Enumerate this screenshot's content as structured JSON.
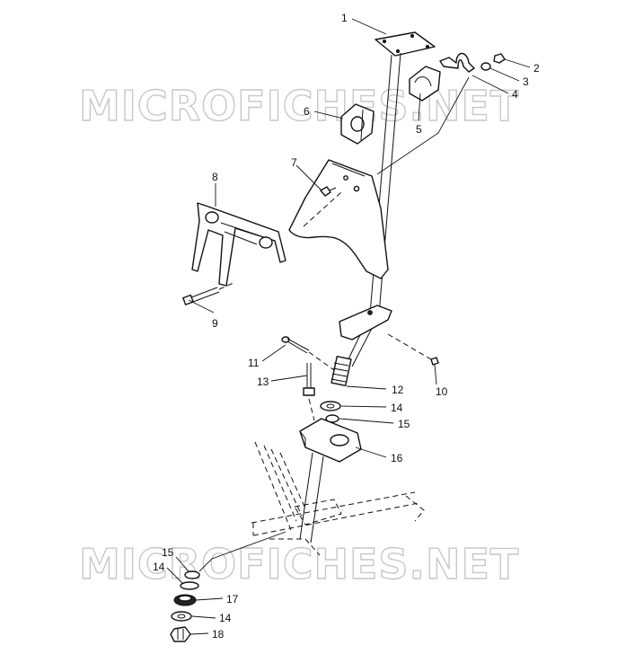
{
  "watermark": {
    "top": "MICROFICHES.NET",
    "bottom": "MICROFICHES.NET"
  },
  "callouts": [
    {
      "id": "c1",
      "text": "1"
    },
    {
      "id": "c2",
      "text": "2"
    },
    {
      "id": "c3",
      "text": "3"
    },
    {
      "id": "c4",
      "text": "4"
    },
    {
      "id": "c5",
      "text": "5"
    },
    {
      "id": "c6",
      "text": "6"
    },
    {
      "id": "c7",
      "text": "7"
    },
    {
      "id": "c8",
      "text": "8"
    },
    {
      "id": "c9",
      "text": "9"
    },
    {
      "id": "c10",
      "text": "10"
    },
    {
      "id": "c11",
      "text": "11"
    },
    {
      "id": "c12",
      "text": "12"
    },
    {
      "id": "c13",
      "text": "13"
    },
    {
      "id": "c14a",
      "text": "14"
    },
    {
      "id": "c15a",
      "text": "15"
    },
    {
      "id": "c16",
      "text": "16"
    },
    {
      "id": "c15b",
      "text": "15"
    },
    {
      "id": "c14b",
      "text": "14"
    },
    {
      "id": "c17",
      "text": "17"
    },
    {
      "id": "c14c",
      "text": "14"
    },
    {
      "id": "c18",
      "text": "18"
    }
  ]
}
